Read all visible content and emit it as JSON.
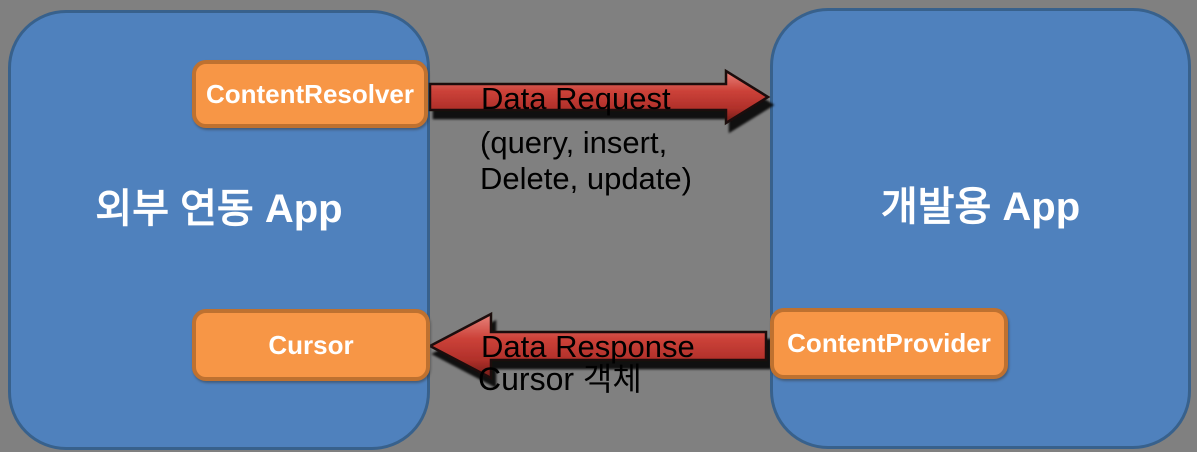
{
  "diagram": {
    "left_app": {
      "title": "외부 연동 App",
      "content_resolver_label": "ContentResolver",
      "cursor_label": "Cursor"
    },
    "right_app": {
      "title": "개발용 App",
      "content_provider_label": "ContentProvider"
    },
    "request_arrow": {
      "label": "Data Request",
      "detail": "(query, insert,\nDelete, update)"
    },
    "response_arrow": {
      "label": "Data Response",
      "detail": "Cursor 객체"
    }
  },
  "colors": {
    "canvas-bg": "#808080",
    "app-fill": "#4F81BD",
    "app-border": "#38618C",
    "component-fill": "#F79646",
    "component-border": "#BE7130",
    "arrow-light": "#E8857D",
    "arrow-mid": "#CC4239",
    "arrow-mid2": "#B0302A",
    "arrow-dark": "#6E1B16",
    "arrow-outline": "#1C0E0C",
    "label-dark": "#000000",
    "label-light": "#FFFFFF"
  }
}
